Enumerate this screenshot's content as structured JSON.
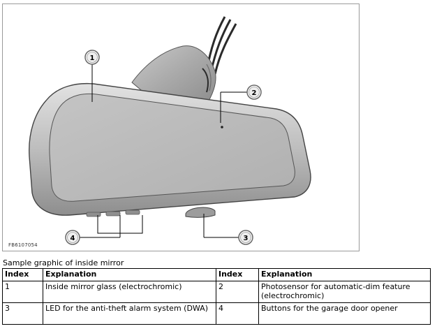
{
  "figure": {
    "code": "FB6107054",
    "callouts": [
      "1",
      "2",
      "3",
      "4"
    ]
  },
  "caption": "Sample graphic of inside mirror",
  "legend": {
    "headers": [
      "Index",
      "Explanation",
      "Index",
      "Explanation"
    ],
    "rows": [
      {
        "index_left": "1",
        "explanation_left": "Inside mirror glass (electrochromic)",
        "index_right": "2",
        "explanation_right": "Photosensor for automatic-dim feature (electrochromic)"
      },
      {
        "index_left": "3",
        "explanation_left": "LED for the anti-theft alarm system (DWA)",
        "index_right": "4",
        "explanation_right": "Buttons for the garage door opener"
      }
    ]
  }
}
